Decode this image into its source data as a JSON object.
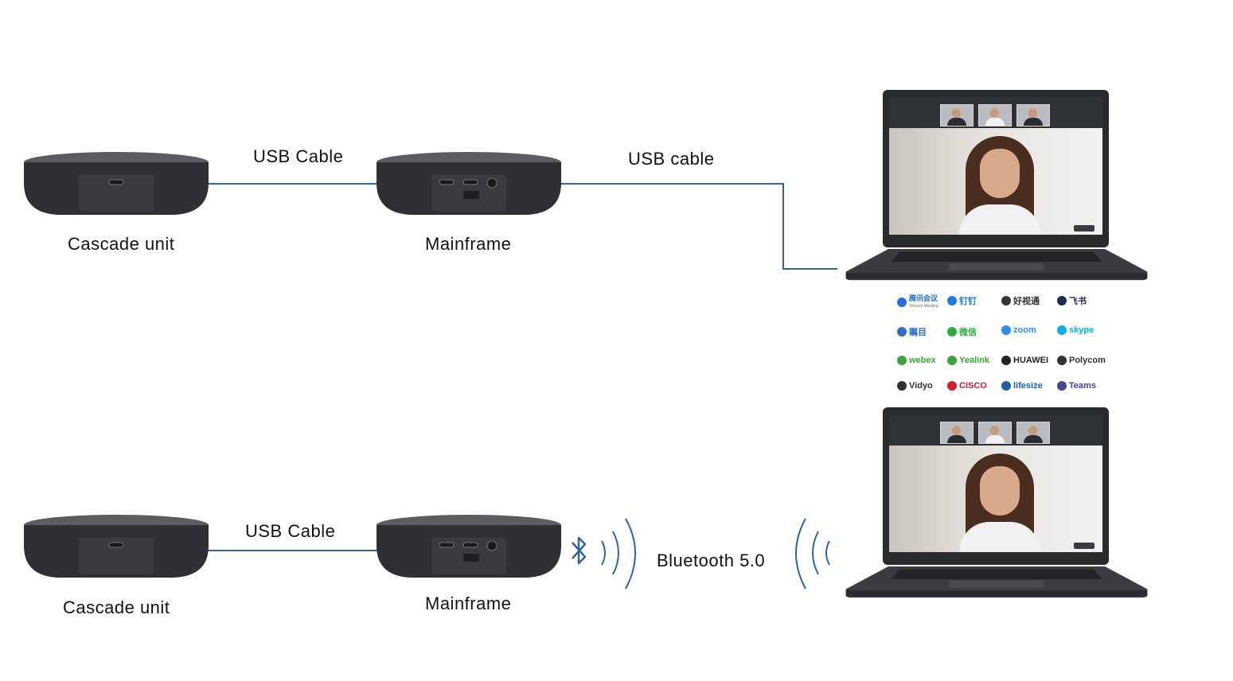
{
  "labels": {
    "usb_cable_top": "USB Cable",
    "usb_cable_laptop": "USB cable",
    "cascade_unit_top": "Cascade unit",
    "mainframe_top": "Mainframe",
    "usb_cable_bottom": "USB Cable",
    "cascade_unit_bottom": "Cascade unit",
    "mainframe_bottom": "Mainframe",
    "bluetooth": "Bluetooth 5.0"
  },
  "apps": [
    {
      "name": "腾讯会议",
      "sub": "Tencent Meeting",
      "color": "#1f6fe0"
    },
    {
      "name": "钉钉",
      "color": "#1a7ce8"
    },
    {
      "name": "好视通",
      "color": "#333333"
    },
    {
      "name": "飞书",
      "color": "#1d2b55"
    },
    {
      "name": "瞩目",
      "color": "#2b6fc8"
    },
    {
      "name": "微信",
      "color": "#2aae3a"
    },
    {
      "name": "zoom",
      "color": "#2d8cff"
    },
    {
      "name": "skype",
      "color": "#00aff0"
    },
    {
      "name": "webex",
      "color": "#3aa53a"
    },
    {
      "name": "Yealink",
      "color": "#3aa53a"
    },
    {
      "name": "HUAWEI",
      "color": "#222222"
    },
    {
      "name": "Polycom",
      "color": "#333333"
    },
    {
      "name": "Vidyo",
      "color": "#333333"
    },
    {
      "name": "CISCO",
      "color": "#d21f2b"
    },
    {
      "name": "lifesize",
      "color": "#1f5fa8"
    },
    {
      "name": "Teams",
      "color": "#444791"
    }
  ],
  "colors": {
    "connector": "#2f64a8",
    "bluetooth": "#2f64a8",
    "device_body": "#2f3033",
    "device_fabric": "#5a5c60"
  }
}
